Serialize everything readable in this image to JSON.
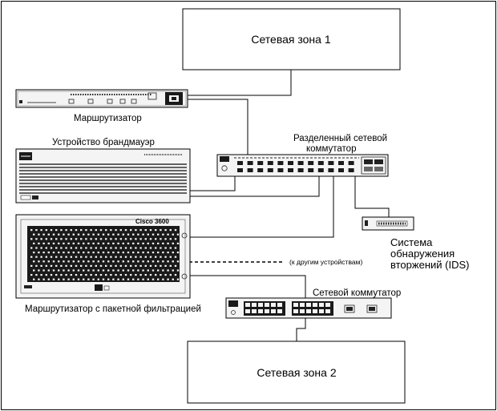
{
  "zones": {
    "top_label": "Сетевая зона 1",
    "bottom_label": "Сетевая зона 2"
  },
  "devices": {
    "router_label": "Маршрутизатор",
    "firewall_label": "Устройство брандмауэр",
    "split_switch_label_line1": "Разделенный сетевой",
    "split_switch_label_line2": "коммутатор",
    "packet_router_label": "Маршрутизатор с пакетной фильтрацией",
    "packet_router_model": "Cisco 3600",
    "ids_label_line1": "Система",
    "ids_label_line2": "обнаружения",
    "ids_label_line3": "вторжений (IDS)",
    "network_switch_label": "Сетевой коммутатор"
  },
  "annotations": {
    "other_devices": "(к другим устройствам)"
  },
  "icons": {
    "router": "router-icon",
    "firewall": "firewall-appliance-icon",
    "split_switch": "split-network-switch-icon",
    "packet_router": "cisco-3600-router-icon",
    "ids": "ids-sensor-icon",
    "network_switch": "network-switch-icon"
  },
  "colors": {
    "line": "#000000",
    "device_fill": "#f2f2f2",
    "device_dark": "#1a1a1a",
    "background": "#ffffff"
  }
}
